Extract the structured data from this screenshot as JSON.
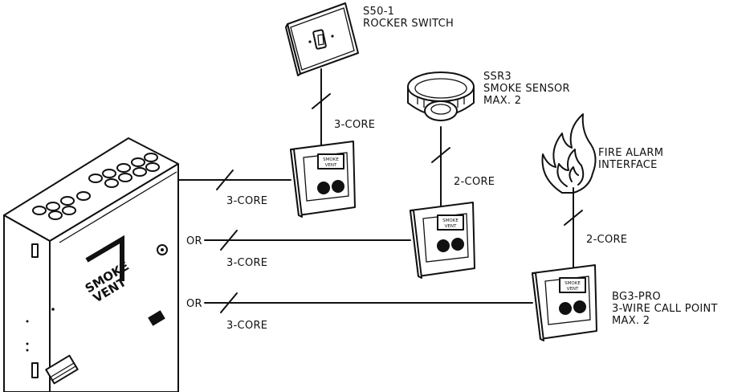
{
  "devices": {
    "rocker_switch": {
      "line1": "S50-1",
      "line2": "ROCKER SWITCH"
    },
    "smoke_sensor": {
      "line1": "SSR3",
      "line2": "SMOKE SENSOR",
      "line3": "MAX. 2"
    },
    "fire_alarm": {
      "line1": "FIRE ALARM",
      "line2": "INTERFACE"
    },
    "call_point": {
      "line1": "BG3-PRO",
      "line2": "3-WIRE CALL POINT",
      "line3": "MAX. 2"
    },
    "panel_logo": {
      "line1": "SMOKE",
      "line2": "VENT"
    },
    "callpoint_sign": {
      "line1": "SMOKE",
      "line2": "VENT"
    }
  },
  "cables": {
    "switch_link": "3-CORE",
    "sensor_link": "2-CORE",
    "fire_link": "2-CORE",
    "panel_link_1": "3-CORE",
    "panel_link_2": "3-CORE",
    "panel_link_3": "3-CORE"
  },
  "connectors": {
    "or_1": "OR",
    "or_2": "OR"
  }
}
